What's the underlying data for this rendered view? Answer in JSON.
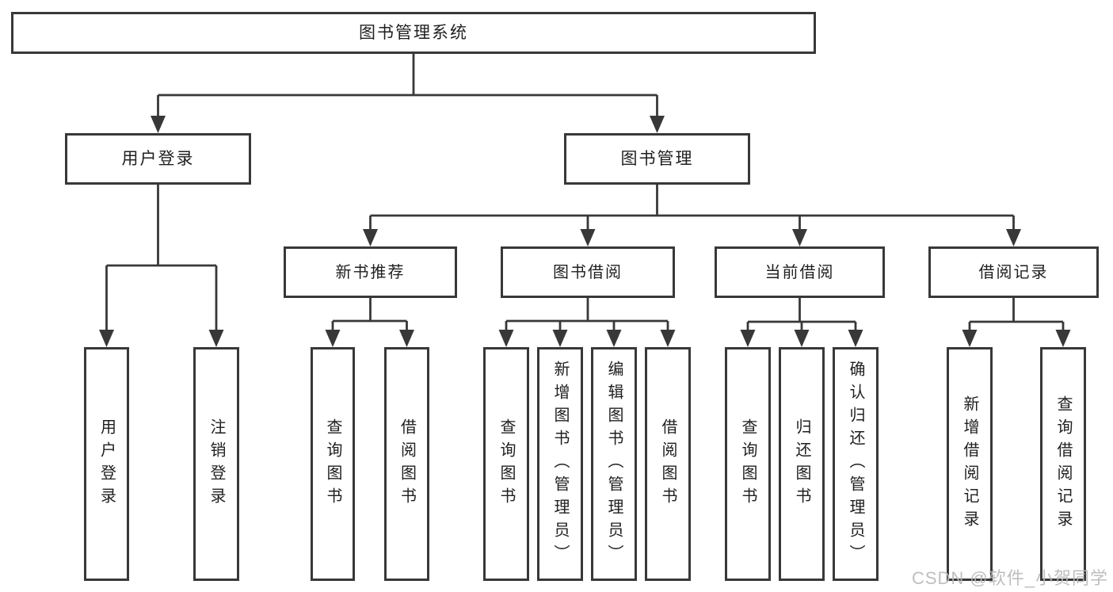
{
  "colors": {
    "line": "#383838",
    "text": "#1f1f1f",
    "box-bg": "#ffffff",
    "watermark": "#b8b8b8",
    "background": "#ffffff"
  },
  "tree": {
    "root": {
      "label": "图书管理系统"
    },
    "branches": [
      {
        "id": "user-login",
        "label": "用户登录",
        "leaves": [
          "用户登录",
          "注销登录"
        ]
      },
      {
        "id": "book-management",
        "label": "图书管理",
        "sections": [
          {
            "id": "new-book-recommend",
            "label": "新书推荐",
            "leaves": [
              "查询图书",
              "借阅图书"
            ]
          },
          {
            "id": "book-borrowing",
            "label": "图书借阅",
            "leaves": [
              "查询图书",
              "新增图书（管理员）",
              "编辑图书（管理员）",
              "借阅图书"
            ]
          },
          {
            "id": "current-borrowing",
            "label": "当前借阅",
            "leaves": [
              "查询图书",
              "归还图书",
              "确认归还（管理员）"
            ]
          },
          {
            "id": "borrowing-records",
            "label": "借阅记录",
            "leaves": [
              "新增借阅记录",
              "查询借阅记录"
            ]
          }
        ]
      }
    ]
  },
  "watermark": {
    "text": "CSDN @软件_小贺同学"
  }
}
